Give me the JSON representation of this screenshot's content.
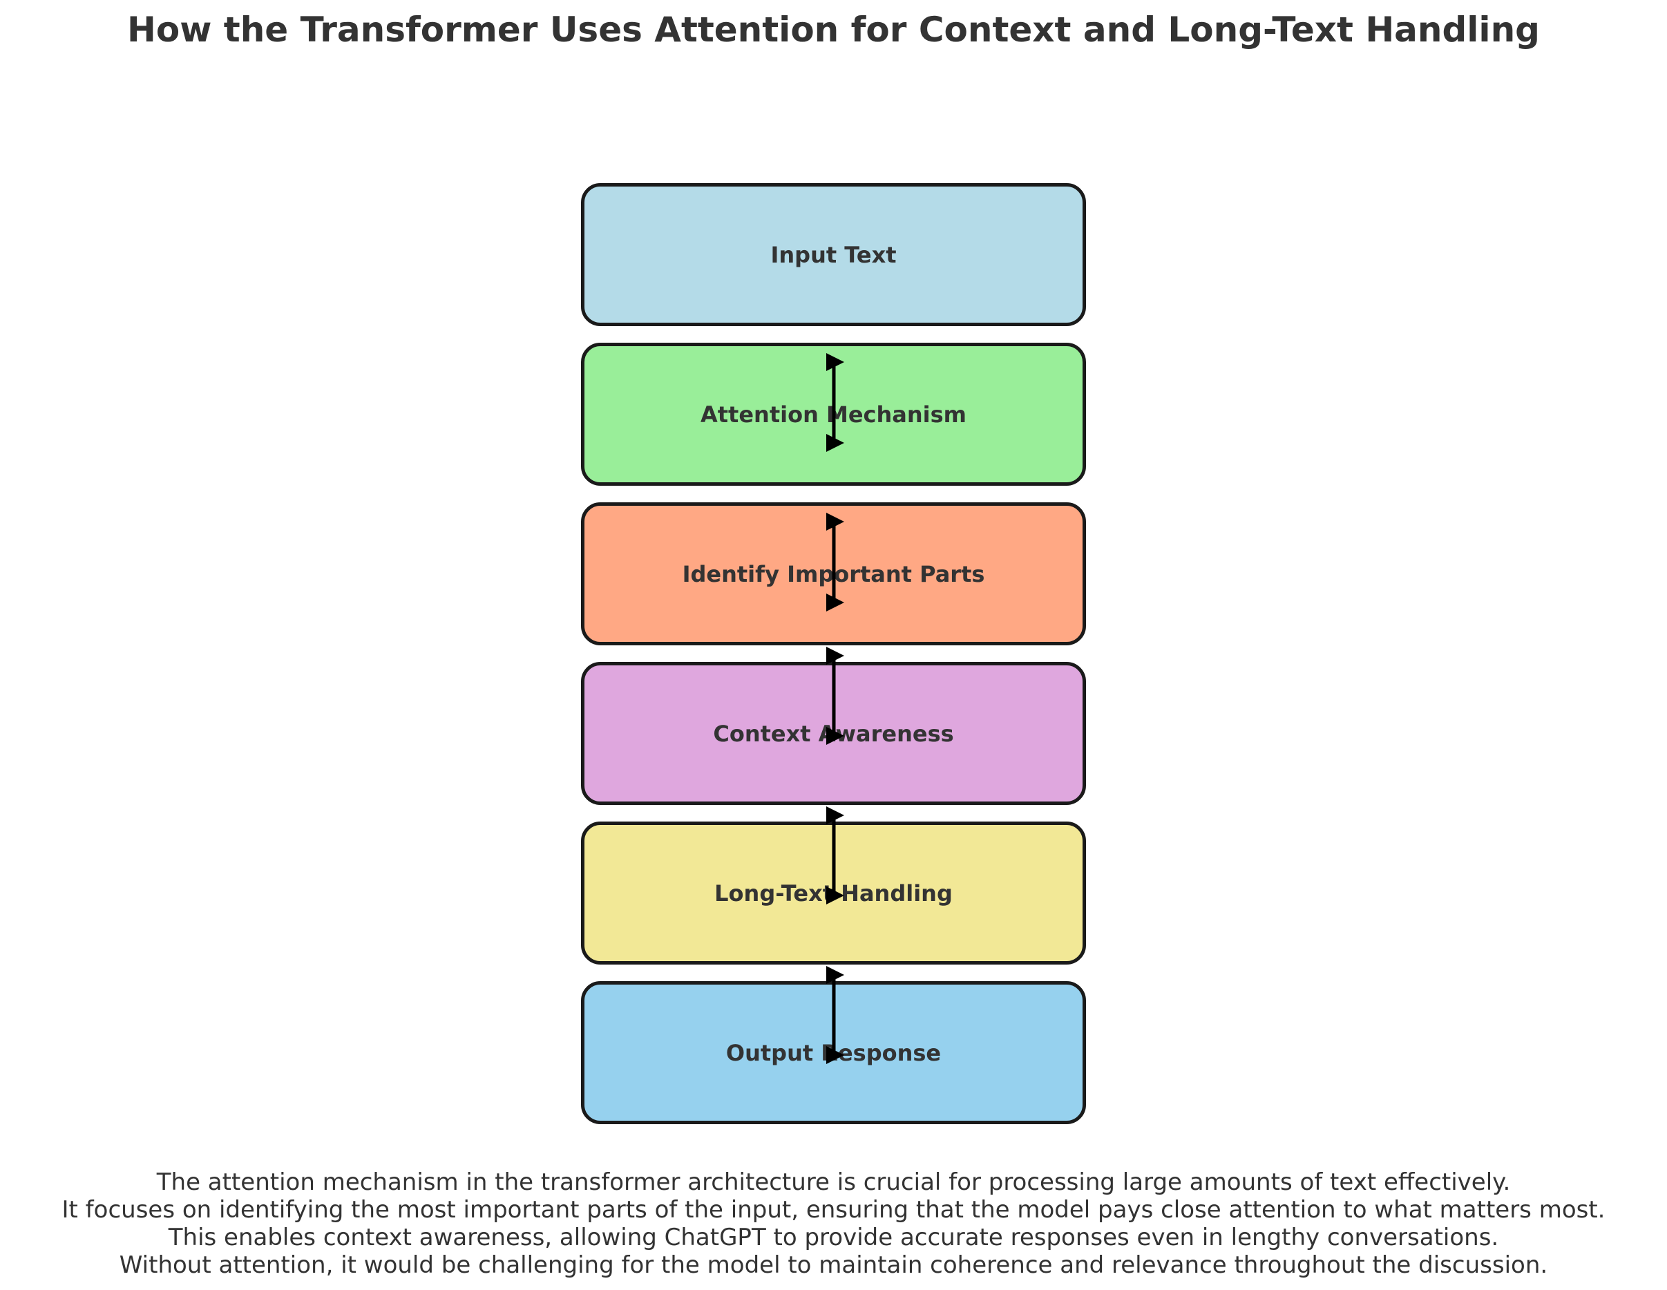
{
  "title": "How the Transformer Uses Attention for Context and Long-Text Handling",
  "steps": [
    {
      "label": "Input Text",
      "color": "#b4dbe8"
    },
    {
      "label": "Attention Mechanism",
      "color": "#99ee99"
    },
    {
      "label": "Identify Important Parts",
      "color": "#ffa884"
    },
    {
      "label": "Context Awareness",
      "color": "#dfa7de"
    },
    {
      "label": "Long-Text Handling",
      "color": "#f2e896"
    },
    {
      "label": "Output Response",
      "color": "#96d1ee"
    }
  ],
  "border_color": "#1a1a1a",
  "arrow_color": "#000000",
  "caption": [
    "The attention mechanism in the transformer architecture is crucial for processing large amounts of text effectively.",
    "It focuses on identifying the most important parts of the input, ensuring that the model pays close attention to what matters most.",
    "This enables context awareness, allowing ChatGPT to provide accurate responses even in lengthy conversations.",
    "Without attention, it would be challenging for the model to maintain coherence and relevance throughout the discussion."
  ]
}
